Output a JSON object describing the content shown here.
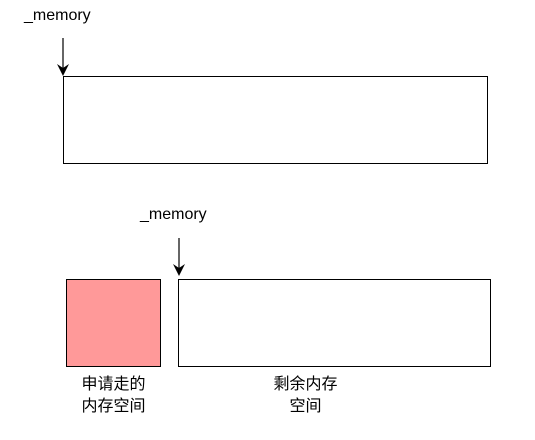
{
  "top": {
    "pointer_label": "_memory"
  },
  "bottom": {
    "pointer_label": "_memory",
    "allocated_caption_line1": "申请走的",
    "allocated_caption_line2": "内存空间",
    "remaining_caption_line1": "剩余内存",
    "remaining_caption_line2": "空间"
  },
  "colors": {
    "allocated_fill": "#FF9999",
    "stroke": "#000000",
    "empty_fill": "#FFFFFF"
  }
}
